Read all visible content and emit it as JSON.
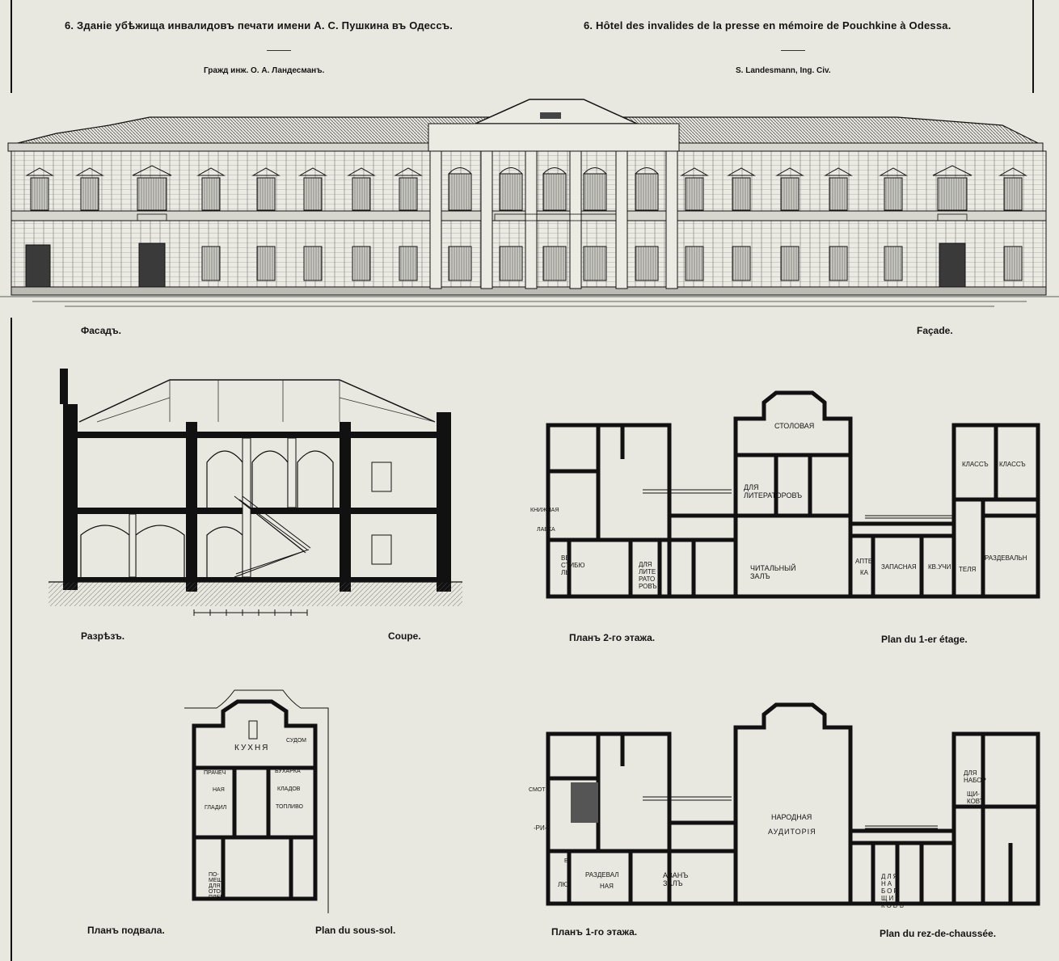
{
  "header": {
    "title_ru": "6. Зданіе убѣжища инвалидовъ печати имени А. С. Пушкина въ Одессъ.",
    "title_fr": "6. Hôtel des invalides de la presse en mémoire de Pouchkine à Odessa.",
    "architect_ru": "Гражд инж. О. А. Ландесманъ.",
    "architect_fr": "S. Landesmann, Ing. Civ."
  },
  "captions": {
    "facade_ru": "Фасадъ.",
    "facade_fr": "Façade.",
    "section_ru": "Разрѣзъ.",
    "section_fr": "Coupe.",
    "plan2_ru": "Планъ 2-го этажа.",
    "plan2_fr": "Plan du 1-er étage.",
    "basement_ru": "Планъ подвала.",
    "basement_fr": "Plan du sous-sol.",
    "plan1_ru": "Планъ 1-го этажа.",
    "plan1_fr": "Plan du rez-de-chaussée."
  },
  "plan2_labels": {
    "stolovaya": "СТОЛОВАЯ",
    "klass1": "КЛАССЪ",
    "klass2": "КЛАССЪ",
    "dlya_literatorov_top": "ДЛЯ ЛИТЕРАТОРОВЪ",
    "knizhnaya": "КНИЖНАЯ",
    "lavka": "ЛАВКА",
    "vestibyul": "ВЕ СТИБЮ ЛЬ",
    "dlya_literatorov": "ДЛЯ ЛИТЕ РАТО РОВЪ",
    "chitalny_zal": "ЧИТАЛЬНЫЙ ЗАЛЪ",
    "apte": "АПТЕ",
    "ka": "КА",
    "zapasnaya": "ЗАПАСНАЯ",
    "kv_uch": "КВ.УЧИ",
    "telya": "ТЕЛЯ",
    "razdevalnya": "РАЗДЕВАЛЬН"
  },
  "basement_labels": {
    "kukhnya": "КУХНЯ",
    "sudom": "СУДОМ",
    "prachech": "ПРАЧЕЧ",
    "naya": "НАЯ",
    "bufetnaya": "БУХАРКА",
    "kladov": "КЛАДОВ",
    "gladil": "ГЛАДИЛ",
    "toplivo": "ТОПЛИВО",
    "pomeshch": "ПО- МЕЩ ДЛЯ ОТО- ПЛЕН"
  },
  "plan1_labels": {
    "smot": "СМОТ",
    "ri": "-РИ-",
    "e": "Е",
    "lyu": "ЛЮ",
    "razdeval": "РАЗДЕВАЛ",
    "naya": "НАЯ",
    "avan_zal": "АВАНЪ ЗАЛЪ",
    "narodnaya": "НАРОДНАЯ",
    "auditoriya": "АУДИТОРІЯ",
    "dlya_nabor_top": "ДЛЯ НАБОР",
    "shchi_kov_top": "ЩИ-КОВЪ",
    "dlya_nabor_bottom": "ДЛЯ НА БОР ЩИ КОВЪ"
  }
}
